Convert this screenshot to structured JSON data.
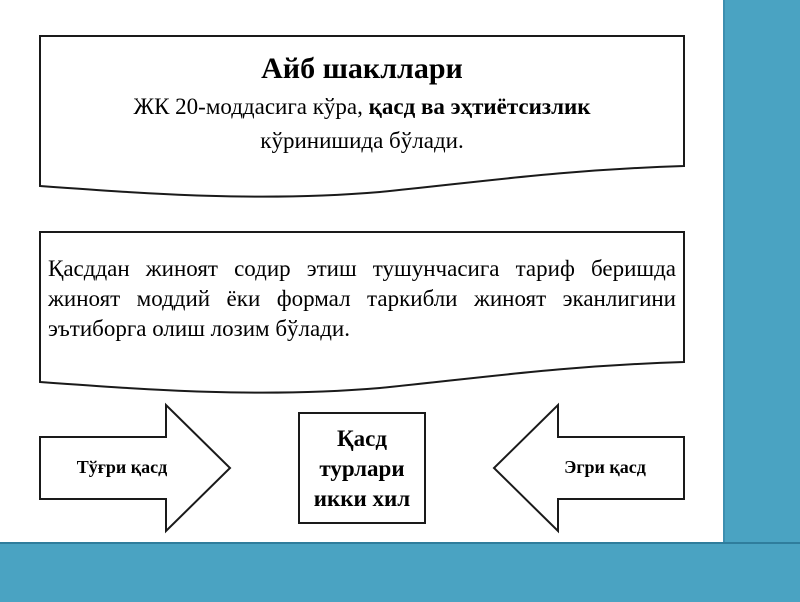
{
  "header_card": {
    "title": "Айб шакллари",
    "line1_prefix": "ЖК 20-моддасига кўра, ",
    "line1_bold": "қасд ва эҳтиётсизлик",
    "line2": "кўринишида бўлади."
  },
  "definition_card": {
    "text": "Қасддан жиноят содир этиш тушунчасига тариф беришда жиноят моддий ёки формал таркибли жиноят эканлигини эътиборга олиш лозим бўлади."
  },
  "center_box": {
    "line1": "Қасд",
    "line2": "турлари",
    "line3": "икки хил"
  },
  "left_arrow": {
    "label": "Тўғри қасд"
  },
  "right_arrow": {
    "label": "Эгри қасд"
  },
  "colors": {
    "accent": "#4aa3c2",
    "stroke": "#1a1a1a"
  }
}
